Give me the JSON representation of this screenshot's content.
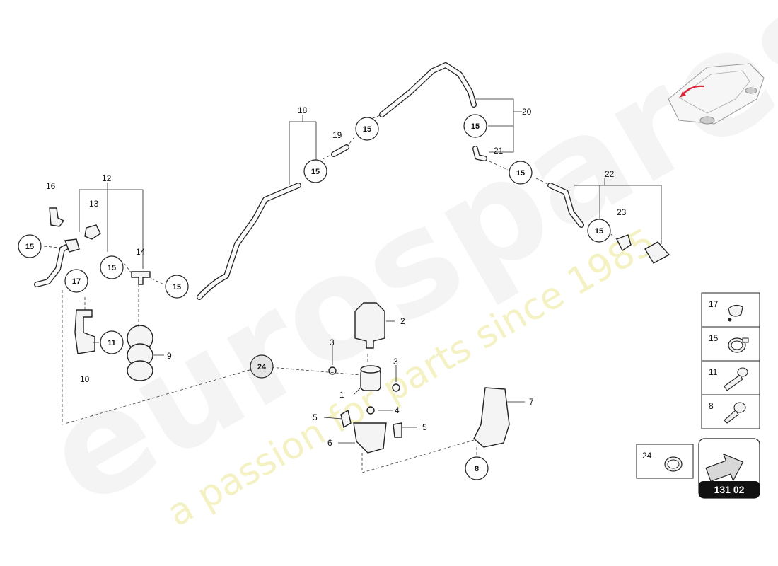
{
  "watermark": {
    "brand": "eurospares",
    "tagline": "a passion for parts since 1985"
  },
  "callouts": [
    {
      "id": "c16",
      "text": "16"
    },
    {
      "id": "c12",
      "text": "12"
    },
    {
      "id": "c13",
      "text": "13"
    },
    {
      "id": "c14",
      "text": "14"
    },
    {
      "id": "c18",
      "text": "18"
    },
    {
      "id": "c19",
      "text": "19"
    },
    {
      "id": "c20",
      "text": "20"
    },
    {
      "id": "c21",
      "text": "21"
    },
    {
      "id": "c22",
      "text": "22"
    },
    {
      "id": "c23",
      "text": "23"
    },
    {
      "id": "c2",
      "text": "2"
    },
    {
      "id": "c3a",
      "text": "3"
    },
    {
      "id": "c3b",
      "text": "3"
    },
    {
      "id": "c1",
      "text": "1"
    },
    {
      "id": "c4",
      "text": "4"
    },
    {
      "id": "c5a",
      "text": "5"
    },
    {
      "id": "c5b",
      "text": "5"
    },
    {
      "id": "c6",
      "text": "6"
    },
    {
      "id": "c7",
      "text": "7"
    },
    {
      "id": "c9",
      "text": "9"
    },
    {
      "id": "c10",
      "text": "10"
    }
  ],
  "circles": [
    {
      "id": "k15a",
      "text": "15"
    },
    {
      "id": "k17",
      "text": "17"
    },
    {
      "id": "k15b",
      "text": "15"
    },
    {
      "id": "k15c",
      "text": "15"
    },
    {
      "id": "k15d",
      "text": "15"
    },
    {
      "id": "k15e",
      "text": "15"
    },
    {
      "id": "k15f",
      "text": "15"
    },
    {
      "id": "k15g",
      "text": "15"
    },
    {
      "id": "k15h",
      "text": "15"
    },
    {
      "id": "k11",
      "text": "11"
    },
    {
      "id": "k24",
      "text": "24"
    },
    {
      "id": "k8",
      "text": "8"
    }
  ],
  "legend": [
    {
      "num": "17",
      "icon": "clip-icon"
    },
    {
      "num": "15",
      "icon": "hose-clamp-icon"
    },
    {
      "num": "11",
      "icon": "bolt-icon"
    },
    {
      "num": "8",
      "icon": "screw-icon"
    }
  ],
  "legend_single": {
    "num": "24",
    "icon": "clamp-icon"
  },
  "reference": {
    "code": "131 02"
  }
}
